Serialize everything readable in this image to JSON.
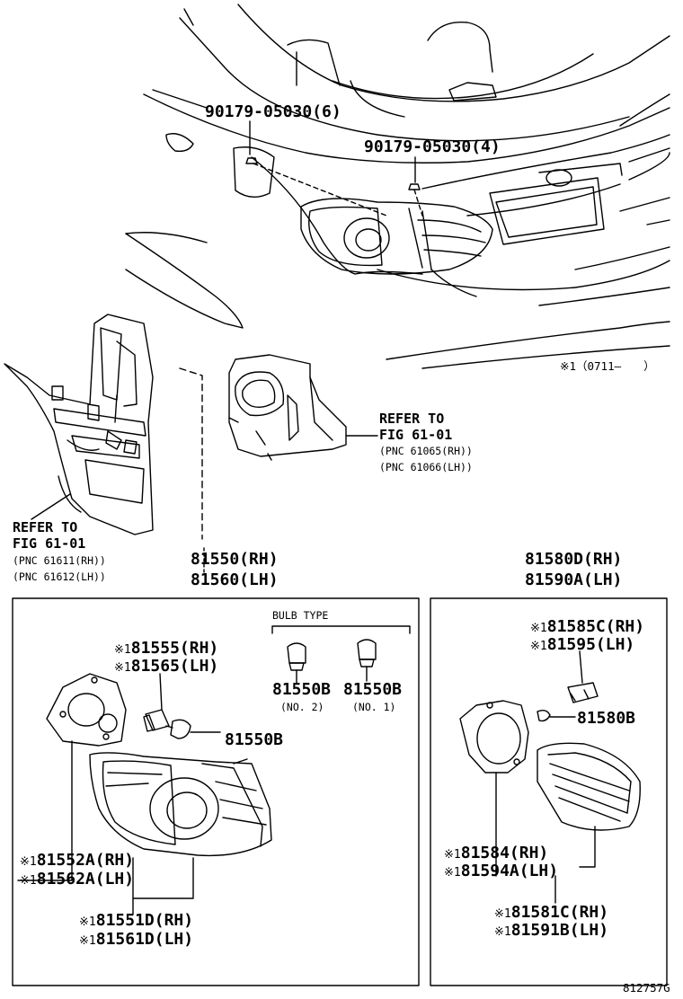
{
  "bolts": {
    "left": "90179-05030(6)",
    "right": "90179-05030(4)"
  },
  "remark": "※1（0711–　　）",
  "refer_left": {
    "line1": "REFER TO",
    "line2": "FIG 61-01",
    "pnc_rh": "(PNC 61611(RH))",
    "pnc_lh": "(PNC 61612(LH))"
  },
  "refer_right": {
    "line1": "REFER TO",
    "line2": "FIG 61-01",
    "pnc_rh": "(PNC 61065(RH))",
    "pnc_lh": "(PNC 61066(LH))"
  },
  "assembly_left": {
    "rh": "81550(RH)",
    "lh": "81560(LH)"
  },
  "assembly_right": {
    "rh": "81580D(RH)",
    "lh": "81590A(LH)"
  },
  "bulb_type": {
    "title": "BULB TYPE",
    "bulb1_part": "81550B",
    "bulb1_note": "(NO. 2)",
    "bulb2_part": "81550B",
    "bulb2_note": "(NO. 1)"
  },
  "left_parts": {
    "socket_rh": "81555(RH)",
    "socket_lh": "81565(LH)",
    "bulb": "81550B",
    "gasket_rh": "81552A(RH)",
    "gasket_lh": "81562A(LH)",
    "lens_rh": "81551D(RH)",
    "lens_lh": "81561D(LH)"
  },
  "right_parts": {
    "socket_rh": "81585C(RH)",
    "socket_lh": "81595(LH)",
    "bulb": "81580B",
    "gasket_rh": "81584(RH)",
    "gasket_lh": "81594A(LH)",
    "lens_rh": "81581C(RH)",
    "lens_lh": "81591B(LH)"
  },
  "mark": "※1",
  "figure_code": "812757G"
}
